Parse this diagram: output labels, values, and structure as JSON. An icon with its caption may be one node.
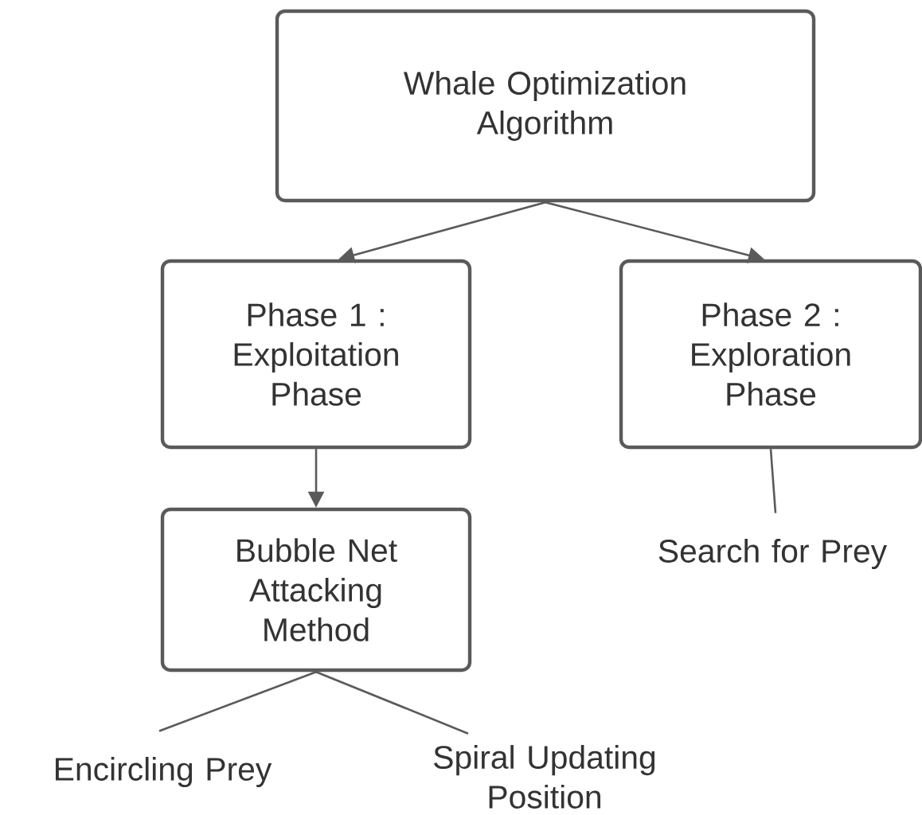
{
  "diagram": {
    "nodes": [
      {
        "text": [
          "Whale Optimization Algorithm"
        ]
      },
      {
        "text": [
          "Phase 1 : Exploitation Phase"
        ]
      },
      {
        "text": [
          "Phase 2 : Exploration Phase"
        ]
      },
      {
        "text": [
          "Bubble Net Attacking Method"
        ]
      },
      {
        "text": [
          "Search for Prey"
        ]
      },
      {
        "text": [
          "Encircling Prey"
        ]
      },
      {
        "text": [
          "Spiral Updating Position"
        ]
      }
    ],
    "edges": [
      {
        "from": 0,
        "to": 1,
        "arrow": "to"
      },
      {
        "from": 0,
        "to": 2,
        "arrow": "to"
      },
      {
        "from": 1,
        "to": 3,
        "arrow": "to"
      },
      {
        "from": 2,
        "to": 4,
        "arrow": "none"
      },
      {
        "from": 3,
        "to": 5,
        "arrow": "none"
      },
      {
        "from": 3,
        "to": 6,
        "arrow": "none"
      }
    ]
  }
}
